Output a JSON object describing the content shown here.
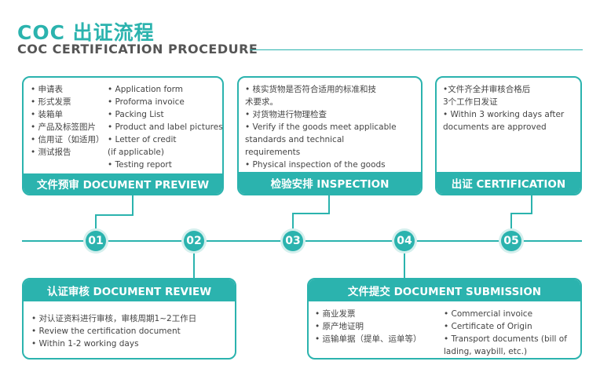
{
  "header": {
    "title_cn": "COC 出证流程",
    "title_en": "COC CERTIFICATION PROCEDURE"
  },
  "steps": [
    {
      "number": "01",
      "band": "文件预审 DOCUMENT PREVIEW",
      "col1": [
        "• 申请表",
        "• 形式发票",
        "• 装箱单",
        "• 产品及标签图片",
        "• 信用证（如适用）",
        "• 测试报告"
      ],
      "col2": [
        "• Application form",
        "• Proforma invoice",
        "• Packing List",
        "• Product and label pictures",
        "• Letter of credit",
        "(if applicable)",
        "• Testing report"
      ]
    },
    {
      "number": "02",
      "band": "认证审核 DOCUMENT REVIEW",
      "col1": [
        "• 对认证资料进行审核，审核周期1~2工作日",
        "• Review the certification document",
        "• Within 1-2 working days"
      ]
    },
    {
      "number": "03",
      "band": "检验安排 INSPECTION",
      "col1": [
        "• 核实货物是否符合适用的标准和技",
        "术要求。",
        "• 对货物进行物理检查",
        "• Verify if the goods meet applicable",
        "standards and technical",
        "requirements",
        "• Physical inspection of the goods"
      ]
    },
    {
      "number": "04",
      "band": "文件提交 DOCUMENT SUBMISSION",
      "col1": [
        "• 商业发票",
        "• 原产地证明",
        "• 运输单据（提单、运单等）"
      ],
      "col2": [
        "• Commercial invoice",
        "• Certificate of Origin",
        "• Transport documents (bill of",
        "lading, waybill, etc.)"
      ]
    },
    {
      "number": "05",
      "band": "出证 CERTIFICATION",
      "col1": [
        "•文件齐全并审核合格后",
        "3个工作日发证",
        "• Within 3 working days after",
        "documents are approved"
      ]
    }
  ]
}
